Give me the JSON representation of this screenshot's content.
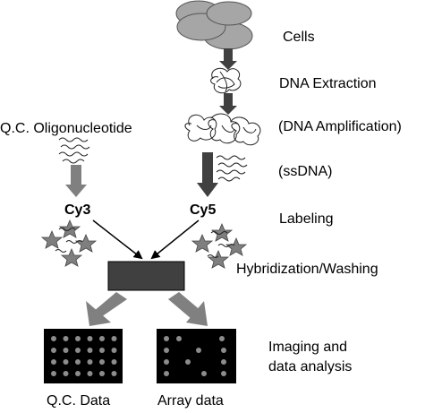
{
  "steps": {
    "cells": "Cells",
    "dna_extraction": "DNA Extraction",
    "dna_amplification": "(DNA Amplification)",
    "ssdna": "(ssDNA)",
    "labeling": "Labeling",
    "hybridization": "Hybridization/Washing",
    "imaging_line1": "Imaging and",
    "imaging_line2": "data analysis"
  },
  "qc_oligo": "Q.C. Oligonucleotide",
  "dyes": {
    "cy3": "Cy3",
    "cy5": "Cy5"
  },
  "outputs": {
    "qc_data": "Q.C. Data",
    "array_data": "Array data"
  },
  "colors": {
    "shape_gray": "#a6a6a6",
    "dark": "#404040",
    "array_bg": "#000000",
    "spot": "#8c8c8c"
  }
}
